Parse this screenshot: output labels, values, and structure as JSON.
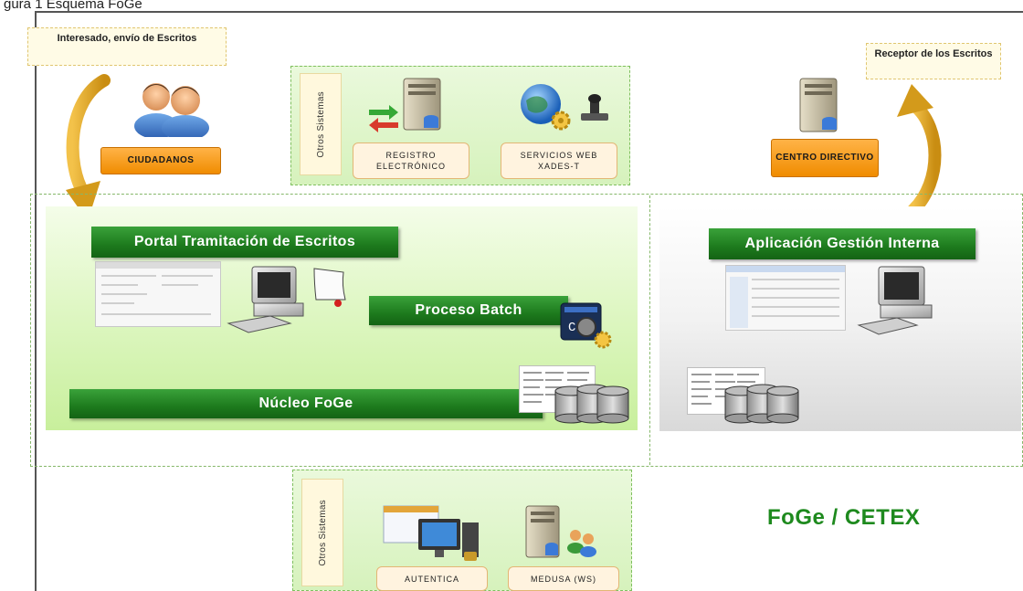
{
  "caption": "gura 1 Esquema FoGe",
  "notes": {
    "interesado": "Interesado, envío de Escritos",
    "receptor": "Receptor de los Escritos"
  },
  "actors": {
    "ciudadanos": "CIUDADANOS",
    "centro_directivo": "CENTRO DIRECTIVO"
  },
  "otros_sistemas": {
    "tab_label": "Otros Sistemas",
    "top": {
      "registro": "REGISTRO ELECTRÓNICO",
      "servicios": "SERVICIOS WEB XADES-T"
    },
    "bottom": {
      "autentica": "AUTENTICA",
      "medusa": "MEDUSA (WS)"
    }
  },
  "banners": {
    "portal": "Portal Tramitación de Escritos",
    "batch": "Proceso Batch",
    "nucleo": "Núcleo FoGe",
    "aplicacion": "Aplicación Gestión Interna"
  },
  "brand": "FoGe / CETEX",
  "colors": {
    "banner_green": "#1d7a1d",
    "orange_label": "#f08c00",
    "brand_green": "#1e8a1e",
    "note_yellow": "#fffbe6"
  }
}
